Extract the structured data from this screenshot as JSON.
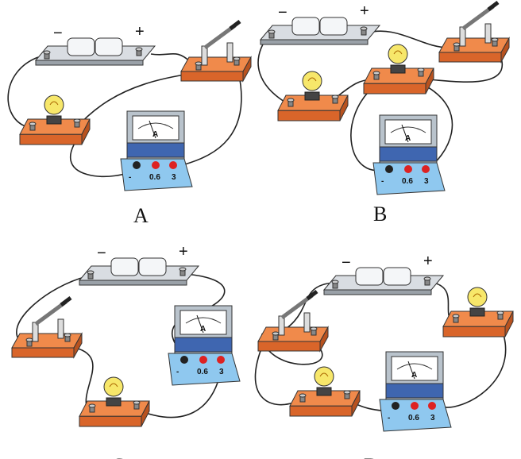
{
  "panels": [
    {
      "label": "A",
      "minus": "−",
      "plus": "+",
      "meter": {
        "unit": "A",
        "neg": "-",
        "t1": "0.6",
        "t2": "3"
      }
    },
    {
      "label": "B",
      "minus": "−",
      "plus": "+",
      "meter": {
        "unit": "A",
        "neg": "-",
        "t1": "0.6",
        "t2": "3"
      }
    },
    {
      "label": "C",
      "minus": "−",
      "plus": "+",
      "meter": {
        "unit": "A",
        "neg": "-",
        "t1": "0.6",
        "t2": "3"
      }
    },
    {
      "label": "D",
      "minus": "−",
      "plus": "+",
      "meter": {
        "unit": "A",
        "neg": "-",
        "t1": "0.6",
        "t2": "3"
      }
    }
  ],
  "colors": {
    "board": "#f08a4b",
    "meter_body": "#8fc8ef",
    "meter_panel": "#3f66b0",
    "bulb": "#f7e76a",
    "battery_base": "#d9dde2"
  }
}
